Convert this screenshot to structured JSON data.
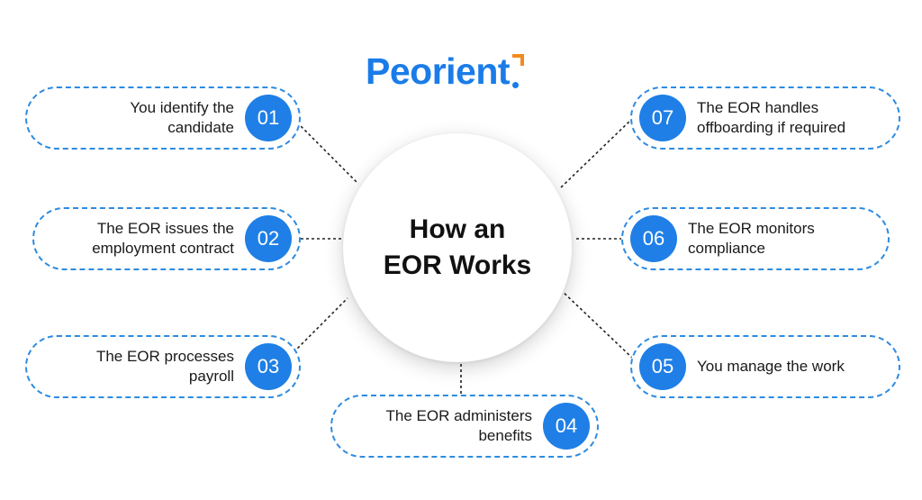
{
  "brand": {
    "name": "Peorient",
    "color": "#1a7ce8",
    "accent": "#f28a1e"
  },
  "center": {
    "title_line1": "How an",
    "title_line2": "EOR Works"
  },
  "steps": [
    {
      "number": "01",
      "line1": "You identify the",
      "line2": "candidate"
    },
    {
      "number": "02",
      "line1": "The EOR issues the",
      "line2": "employment contract"
    },
    {
      "number": "03",
      "line1": "The EOR processes",
      "line2": "payroll"
    },
    {
      "number": "04",
      "line1": "The EOR administers",
      "line2": "benefits"
    },
    {
      "number": "05",
      "line1": "You manage the work",
      "line2": ""
    },
    {
      "number": "06",
      "line1": "The EOR monitors",
      "line2": "compliance"
    },
    {
      "number": "07",
      "line1": "The EOR handles",
      "line2": "offboarding if required"
    }
  ],
  "colors": {
    "pill_border": "#2e8be0",
    "badge": "#1f7fe6",
    "connector": "#222222"
  }
}
